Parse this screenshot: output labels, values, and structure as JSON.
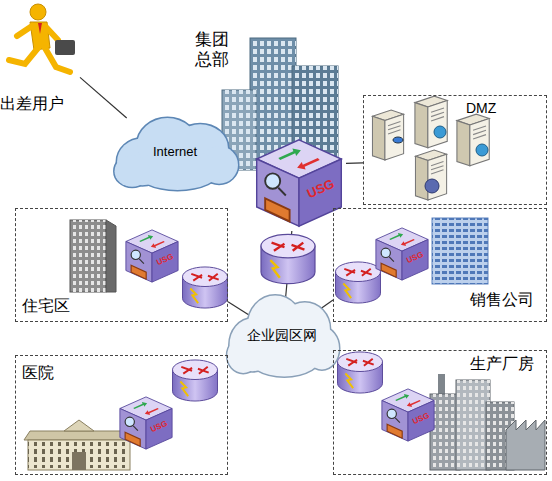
{
  "diagram": {
    "nodes": [
      {
        "text": [
          "出差用户"
        ]
      },
      {
        "text": [
          "集团 总部"
        ]
      },
      {
        "text": [
          "DMZ"
        ]
      },
      {
        "text": [
          "Internet"
        ]
      },
      {
        "text": [
          "USG"
        ]
      },
      {
        "text": [
          "住宅区"
        ]
      },
      {
        "text": [
          "USG"
        ],
        "in": 5
      },
      {
        "text": [
          "销售公司"
        ]
      },
      {
        "text": [
          "USG"
        ],
        "in": 7
      },
      {
        "text": [
          "企业园区网"
        ]
      },
      {
        "text": [
          "医院"
        ]
      },
      {
        "text": [
          "USG"
        ],
        "in": 10
      },
      {
        "text": [
          "生产厂房"
        ]
      },
      {
        "text": [
          "USG"
        ],
        "in": 12
      }
    ],
    "edges": [
      {
        "from": 0,
        "to": 3,
        "arrow": "none"
      },
      {
        "from": 3,
        "to": 4,
        "arrow": "none"
      },
      {
        "from": 4,
        "to": 2,
        "arrow": "none"
      },
      {
        "from": 4,
        "to": 9,
        "arrow": "none"
      },
      {
        "from": 9,
        "to": 5,
        "arrow": "none"
      },
      {
        "from": 9,
        "to": 7,
        "arrow": "none"
      },
      {
        "from": 9,
        "to": 10,
        "arrow": "none"
      },
      {
        "from": 9,
        "to": 12,
        "arrow": "none"
      }
    ]
  }
}
